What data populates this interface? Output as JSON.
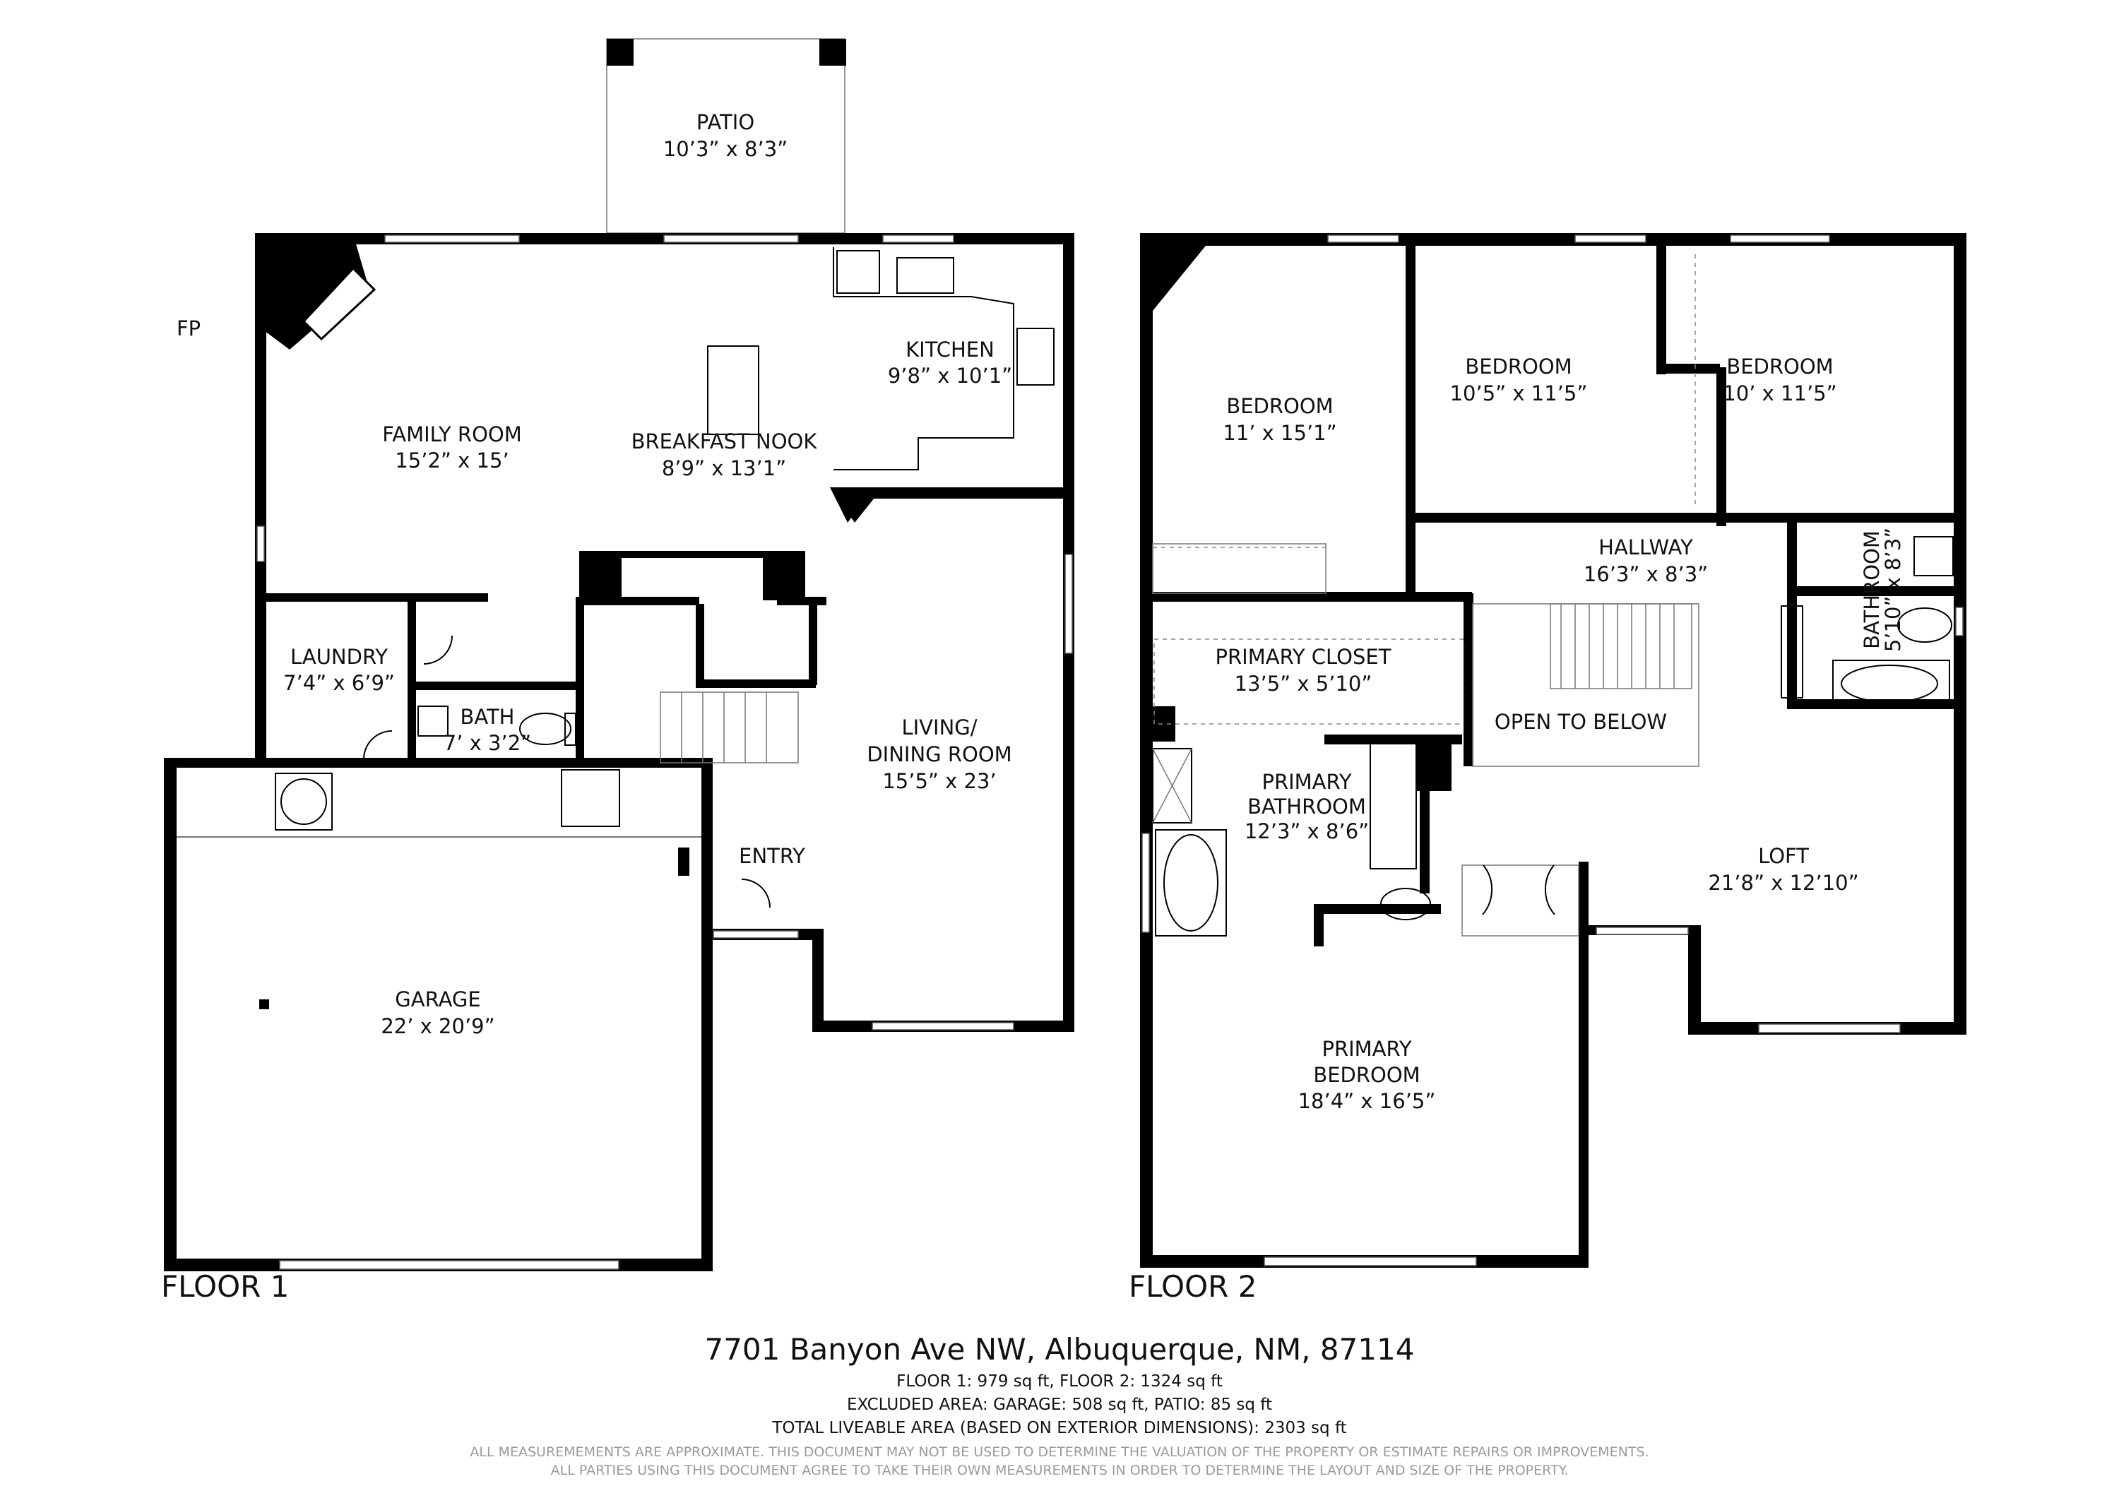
{
  "floor1": {
    "title": "FLOOR 1",
    "rooms": [
      {
        "id": "patio",
        "name": "PATIO",
        "dims": "10’3” x 8’3”"
      },
      {
        "id": "family",
        "name": "FAMILY ROOM",
        "dims": "15’2” x 15’"
      },
      {
        "id": "nook",
        "name": "BREAKFAST NOOK",
        "dims": "8’9” x 13’1”"
      },
      {
        "id": "kitchen",
        "name": "KITCHEN",
        "dims": "9’8” x 10’1”"
      },
      {
        "id": "laundry",
        "name": "LAUNDRY",
        "dims": "7’4” x 6’9”"
      },
      {
        "id": "bath",
        "name": "BATH",
        "dims": "7’ x 3’2”"
      },
      {
        "id": "living",
        "name": "LIVING/",
        "name2": "DINING ROOM",
        "dims": "15’5” x 23’"
      },
      {
        "id": "entry",
        "name": "ENTRY"
      },
      {
        "id": "garage",
        "name": "GARAGE",
        "dims": "22’ x 20’9”"
      }
    ],
    "fireplace_label": "FP"
  },
  "floor2": {
    "title": "FLOOR 2",
    "rooms": [
      {
        "id": "bed1",
        "name": "BEDROOM",
        "dims": "11’ x 15’1”"
      },
      {
        "id": "bed2",
        "name": "BEDROOM",
        "dims": "10’5” x 11’5”"
      },
      {
        "id": "bed3",
        "name": "BEDROOM",
        "dims": "10’ x 11’5”"
      },
      {
        "id": "hallway",
        "name": "HALLWAY",
        "dims": "16’3” x 8’3”"
      },
      {
        "id": "bathroom",
        "name": "BATHROOM",
        "dims": "5’10” x 8’3”"
      },
      {
        "id": "closet",
        "name": "PRIMARY CLOSET",
        "dims": "13’5” x 5’10”"
      },
      {
        "id": "openbelow",
        "name": "OPEN TO BELOW"
      },
      {
        "id": "pbath",
        "name": "PRIMARY",
        "name2": "BATHROOM",
        "dims": "12’3” x 8’6”"
      },
      {
        "id": "loft",
        "name": "LOFT",
        "dims": "21’8” x 12’10”"
      },
      {
        "id": "pbed",
        "name": "PRIMARY",
        "name2": "BEDROOM",
        "dims": "18’4” x 16’5”"
      }
    ]
  },
  "footer": {
    "address": "7701 Banyon Ave NW, Albuquerque, NM, 87114",
    "line1": "FLOOR 1: 979 sq ft, FLOOR 2: 1324 sq ft",
    "line2": "EXCLUDED AREA: GARAGE: 508 sq ft, PATIO: 85 sq ft",
    "line3": "TOTAL LIVEABLE AREA (BASED ON EXTERIOR DIMENSIONS): 2303 sq ft",
    "disclaimer1": "ALL MEASUREMEMENTS ARE APPROXIMATE. THIS DOCUMENT MAY NOT BE USED TO DETERMINE THE VALUATION OF THE PROPERTY OR ESTIMATE REPAIRS OR IMPROVEMENTS.",
    "disclaimer2": "ALL PARTIES USING THIS DOCUMENT AGREE TO TAKE THEIR OWN MEASUREMENTS IN ORDER TO DETERMINE THE LAYOUT AND SIZE OF THE PROPERTY."
  }
}
